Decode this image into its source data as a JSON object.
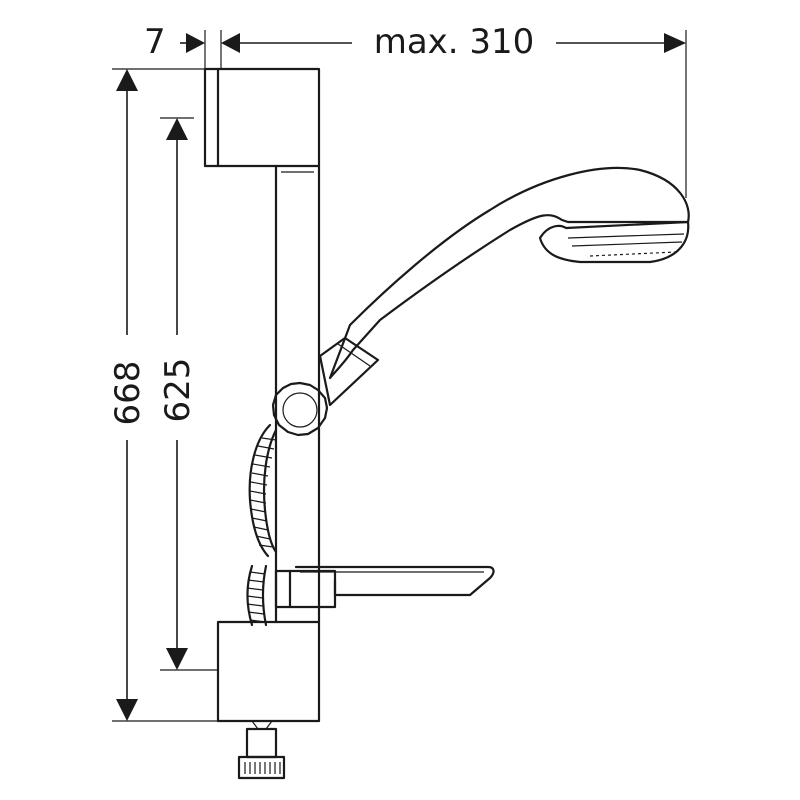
{
  "diagram": {
    "dimensions": {
      "wall_offset": "7",
      "max_reach": "max. 310",
      "overall_height": "668",
      "bracket_spacing": "625"
    }
  }
}
